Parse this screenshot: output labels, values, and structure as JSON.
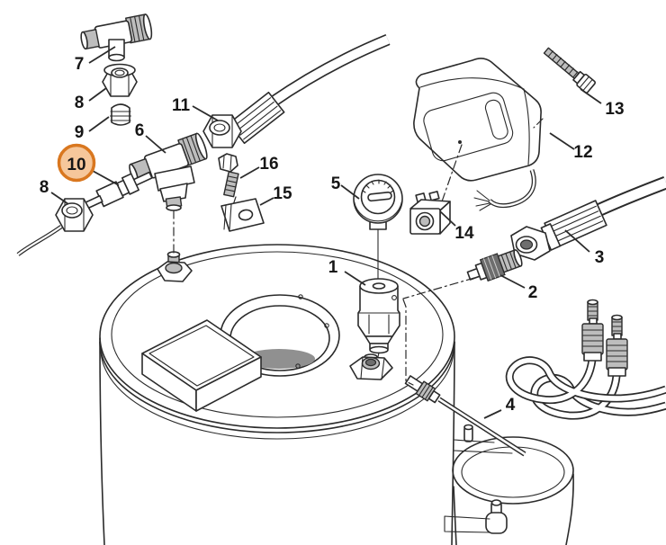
{
  "diagram": {
    "kind": "exploded-parts-diagram",
    "background": "#ffffff",
    "line_color": "#2b2b2b",
    "highlight": {
      "part": "10",
      "ring_color": "#d9771f",
      "fill_color": "#f6c79b"
    },
    "callouts": [
      {
        "text": "7"
      },
      {
        "text": "8"
      },
      {
        "text": "9"
      },
      {
        "text": "11"
      },
      {
        "text": "6"
      },
      {
        "text": "10",
        "highlighted": true
      },
      {
        "text": "8"
      },
      {
        "text": "16"
      },
      {
        "text": "15"
      },
      {
        "text": "5"
      },
      {
        "text": "12"
      },
      {
        "text": "13"
      },
      {
        "text": "14"
      },
      {
        "text": "3"
      },
      {
        "text": "2"
      },
      {
        "text": "1"
      },
      {
        "text": "4"
      }
    ]
  }
}
